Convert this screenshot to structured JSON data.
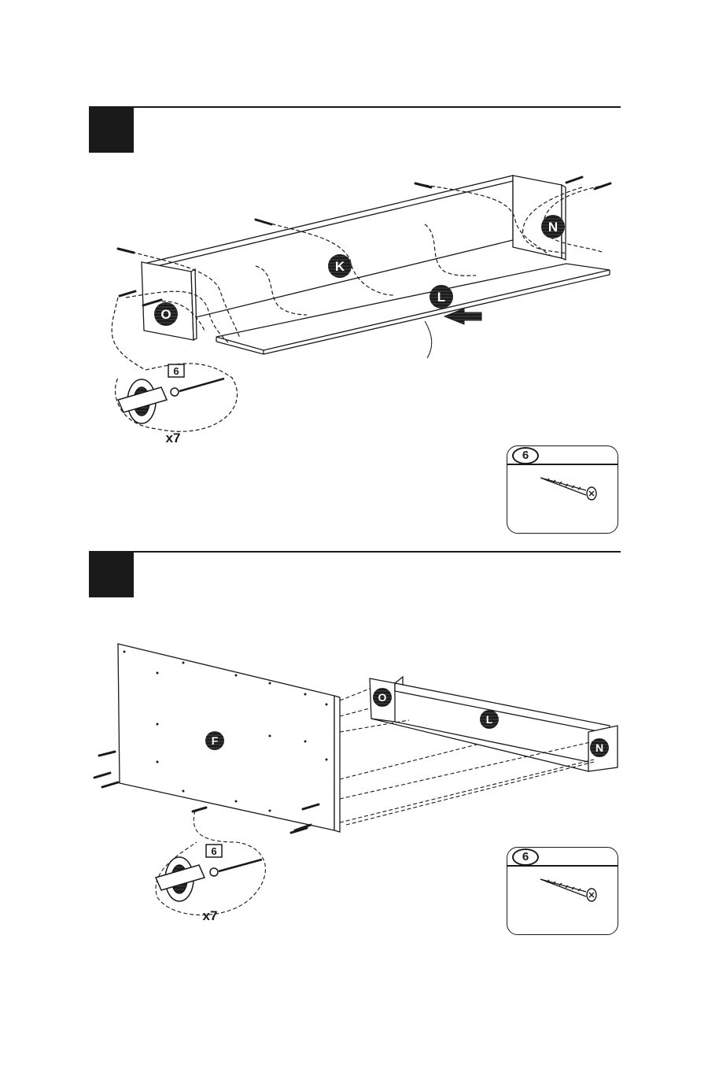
{
  "colors": {
    "ink": "#1a1a1a",
    "paper": "#ffffff"
  },
  "steps": [
    {
      "panel_labels": [
        "O",
        "K",
        "L",
        "N"
      ],
      "callout": {
        "screw_number": "6",
        "quantity": "x7"
      },
      "parts": {
        "screw_number": "6",
        "icon": "screw-icon"
      }
    },
    {
      "panel_labels": [
        "F",
        "O",
        "L",
        "N"
      ],
      "callout": {
        "screw_number": "6",
        "quantity": "x7"
      },
      "parts": {
        "screw_number": "6",
        "icon": "screw-icon"
      }
    }
  ]
}
